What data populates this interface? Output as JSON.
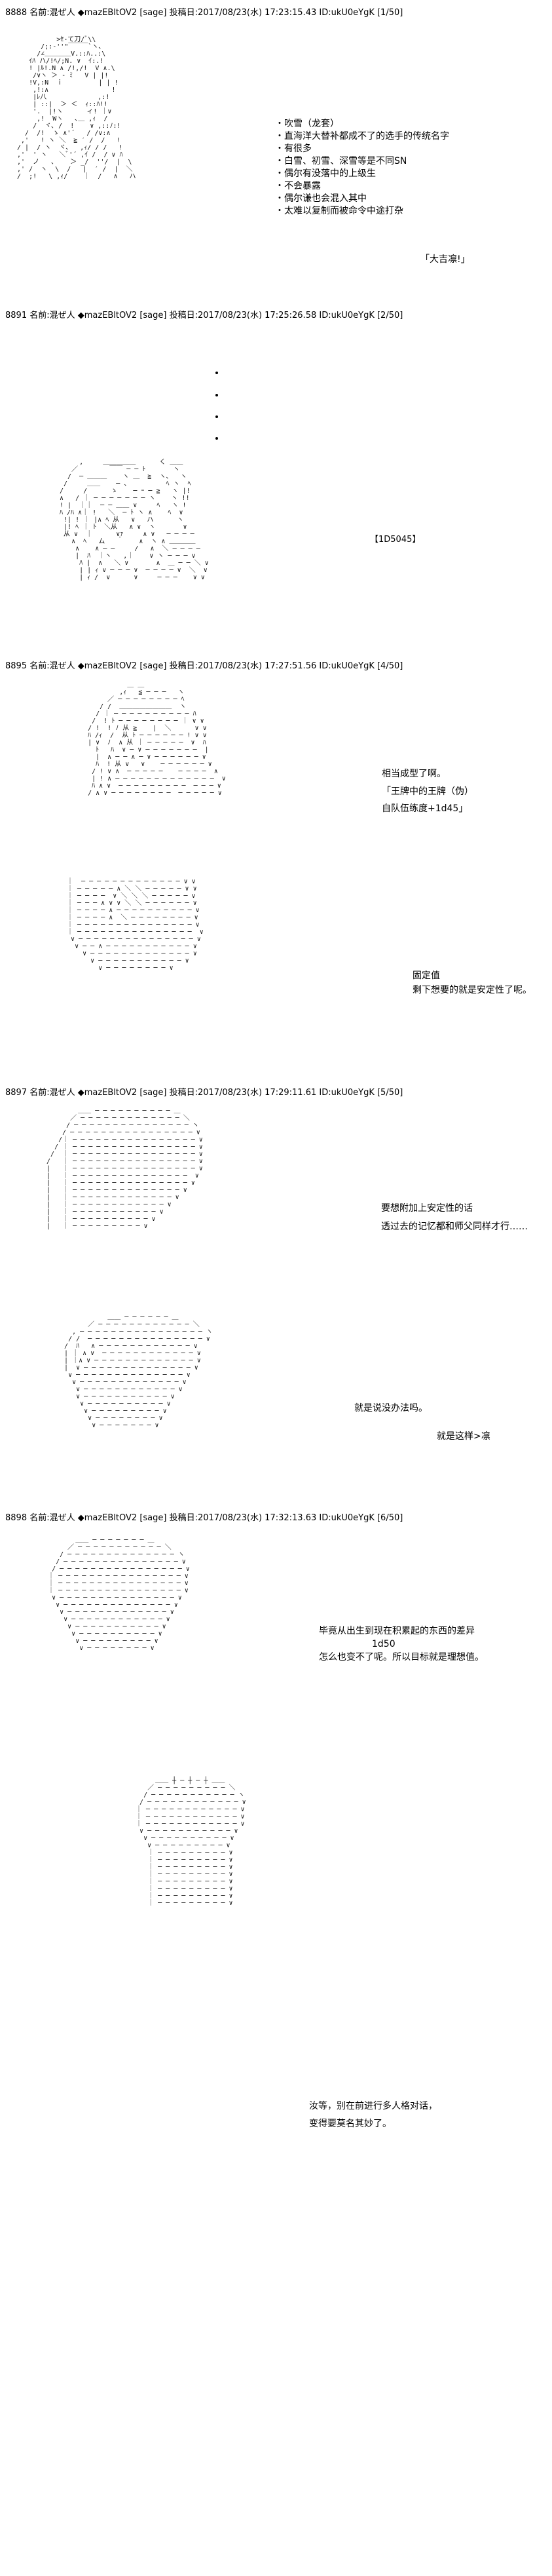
{
  "posts": [
    {
      "header": "8888 名前:混ぜ人 ◆mazEBltOV2 [sage] 投稿日:2017/08/23(水) 17:23:15.43 ID:ukU0eYgK [1/50]",
      "list": "・吹雪（龙套）\n・直海洋大替补都成不了的选手的传统名字\n・有很多\n・白雪、初雪、深雪等是不同SN\n・偶尔有没落中的上级生\n・不会暴露\n・偶尔谦也会混入其中\n・太难以复制而被命令中途打杂",
      "quote": "「大吉凛!」"
    },
    {
      "header": "8891 名前:混ぜ人 ◆mazEBltOV2 [sage] 投稿日:2017/08/23(水) 17:25:26.58 ID:ukU0eYgK [2/50]",
      "dice": "【1D5045】"
    },
    {
      "header": "8895 名前:混ぜ人 ◆mazEBltOV2 [sage] 投稿日:2017/08/23(水) 17:27:51.56 ID:ukU0eYgK [4/50]",
      "line1": "相当成型了啊。",
      "line2": "「王牌中的王牌（伪）",
      "line3": "自队伍练度+1d45」",
      "line4": "固定值",
      "line5": "剩下想要的就是安定性了呢。"
    },
    {
      "header": "8897 名前:混ぜ人 ◆mazEBltOV2 [sage] 投稿日:2017/08/23(水) 17:29:11.61 ID:ukU0eYgK [5/50]",
      "line1": "要想附加上安定性的话",
      "line2": "透过去的记忆都和师父同样才行……",
      "line3": "就是说没办法吗。",
      "line4": "就是这样>凛"
    },
    {
      "header": "8898 名前:混ぜ人 ◆mazEBltOV2 [sage] 投稿日:2017/08/23(水) 17:32:13.63 ID:ukU0eYgK [6/50]",
      "line1": "毕竟从出生到现在积累起的东西的差异",
      "line2": "1d50",
      "line3": "怎么也变不了呢。所以目标就是理想值。",
      "line4": "汝等，别在前进行多人格对话，",
      "line5": "变得要莫名其妙了。"
    }
  ]
}
